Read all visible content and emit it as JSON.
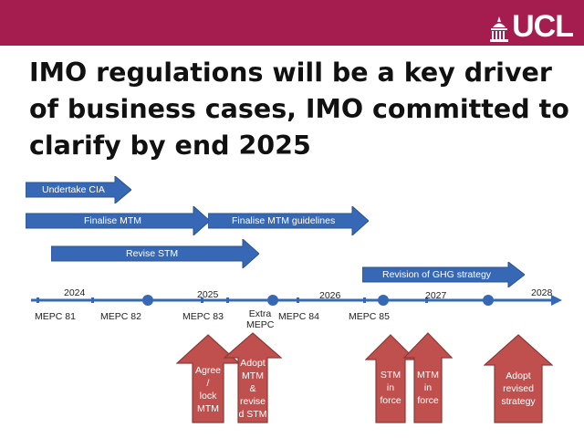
{
  "header": {
    "logo_text": "UCL",
    "brand_color": "#a51d4f"
  },
  "slide": {
    "title": "IMO regulations will be a key driver of business cases, IMO committed to clarify by end 2025"
  },
  "colors": {
    "arrow_fill": "#3768b5",
    "arrow_border": "#2b5290",
    "event_fill": "#c0504d",
    "event_border": "#8c3937",
    "axis": "#3768b5"
  },
  "tasks": {
    "undertake_cia": "Undertake CIA",
    "finalise_mtm": "Finalise MTM",
    "finalise_mtm_guidelines": "Finalise MTM guidelines",
    "revise_stm": "Revise STM",
    "revision_ghg": "Revision of GHG strategy"
  },
  "timeline": {
    "years": [
      "2024",
      "2025",
      "2026",
      "2027",
      "2028"
    ],
    "meetings": {
      "mepc81": "MEPC 81",
      "mepc82": "MEPC 82",
      "mepc83": "MEPC 83",
      "extra_line1": "Extra",
      "extra_line2": "MEPC",
      "mepc84": "MEPC 84",
      "mepc85": "MEPC 85"
    }
  },
  "events": {
    "agree": [
      "Agree",
      "/",
      "lock",
      "MTM"
    ],
    "adopt_mtm": [
      "Adopt",
      "MTM",
      "&",
      "revise",
      "d STM"
    ],
    "stm_in_force": [
      "STM",
      "in",
      "force"
    ],
    "mtm_in_force": [
      "MTM",
      "in",
      "force"
    ],
    "adopt_strategy": [
      "Adopt",
      "revised",
      "strategy"
    ]
  }
}
